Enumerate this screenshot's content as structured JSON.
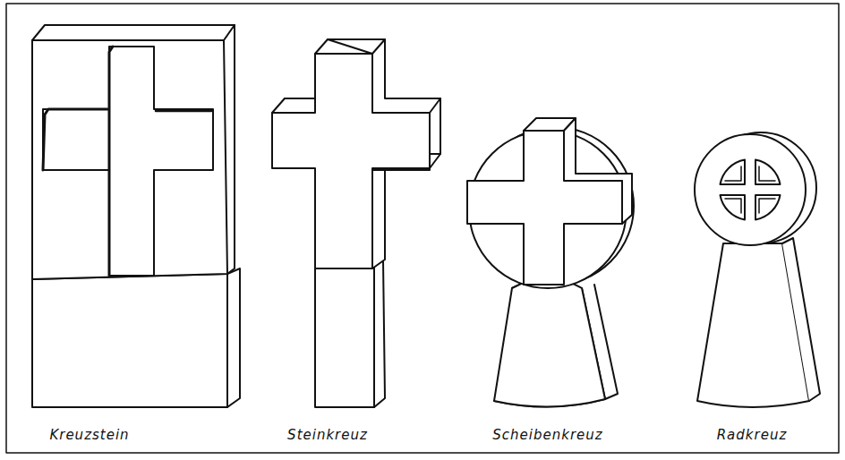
{
  "diagram": {
    "labels": [
      "Kreuzstein",
      "Steinkreuz",
      "Scheibenkreuz",
      "Radkreuz"
    ]
  }
}
